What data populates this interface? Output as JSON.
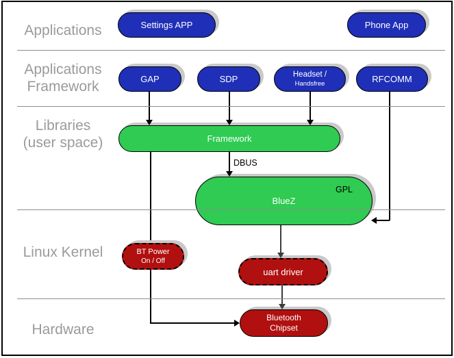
{
  "layers": {
    "applications": [
      "Applications"
    ],
    "applications_framework": [
      "Applications",
      "Framework"
    ],
    "libraries": [
      "Libraries",
      "(user space)"
    ],
    "linux_kernel": [
      "Linux Kernel"
    ],
    "hardware": [
      "Hardware"
    ]
  },
  "nodes": {
    "settings_app": {
      "label": "Settings APP"
    },
    "phone_app": {
      "label": "Phone App"
    },
    "gap": {
      "label": "GAP"
    },
    "sdp": {
      "label": "SDP"
    },
    "headset": {
      "line1": "Headset /",
      "line2": "Handsfree"
    },
    "rfcomm": {
      "label": "RFCOMM"
    },
    "framework": {
      "label": "Framework"
    },
    "bluez": {
      "label": "BlueZ",
      "license": "GPL"
    },
    "bt_power": {
      "line1": "BT Power",
      "line2": "On / Off"
    },
    "uart_driver": {
      "label": "uart driver"
    },
    "bt_chipset": {
      "line1": "Bluetooth",
      "line2": "Chipset"
    }
  },
  "edge_labels": {
    "dbus": "DBUS"
  },
  "edges": [
    {
      "from": "GAP",
      "to": "Framework"
    },
    {
      "from": "SDP",
      "to": "Framework"
    },
    {
      "from": "Headset / Handsfree",
      "to": "Framework"
    },
    {
      "from": "RFCOMM",
      "to": "BlueZ"
    },
    {
      "from": "Framework",
      "to": "BlueZ",
      "label": "DBUS"
    },
    {
      "from": "Framework",
      "to": "Bluetooth Chipset",
      "via": "BT Power On / Off"
    },
    {
      "from": "BlueZ",
      "to": "uart driver"
    },
    {
      "from": "uart driver",
      "to": "Bluetooth Chipset"
    }
  ],
  "colors": {
    "app_blue": "#1f2fb8",
    "lib_green": "#2fcb52",
    "kernel_red": "#b11010",
    "layer_label_gray": "#9a9a9a",
    "divider_gray": "#8d8d8d",
    "shadow_gray": "#c9c9c9"
  }
}
